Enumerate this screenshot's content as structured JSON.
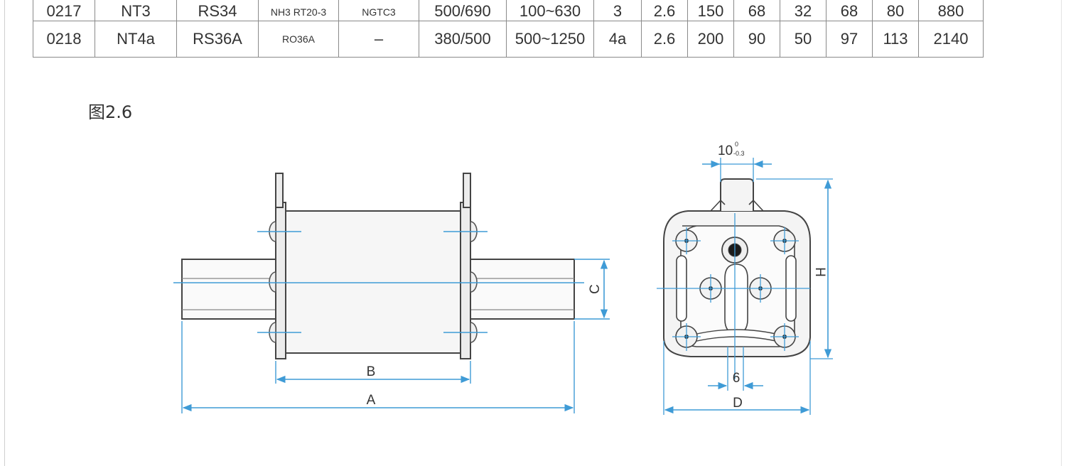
{
  "table": {
    "rows": [
      [
        "0217",
        "NT3",
        "RS34",
        "NH3 RT20-3",
        "NGTC3",
        "500/690",
        "100~630",
        "3",
        "2.6",
        "150",
        "68",
        "32",
        "68",
        "80",
        "880"
      ],
      [
        "0218",
        "NT4a",
        "RS36A",
        "RO36A",
        "–",
        "380/500",
        "500~1250",
        "4a",
        "2.6",
        "200",
        "90",
        "50",
        "97",
        "113",
        "2140"
      ]
    ]
  },
  "figure": {
    "caption": "图2.6",
    "labels": {
      "A": "A",
      "B": "B",
      "C": "C",
      "D": "D",
      "H": "H",
      "six": "6",
      "ten": "10",
      "ten_upper_tol": "0",
      "ten_lower_tol": "-0.3"
    }
  },
  "colors": {
    "dimension_line": "#3f9bd6",
    "outline": "#444444",
    "body_fill": "#f6f6f6"
  }
}
